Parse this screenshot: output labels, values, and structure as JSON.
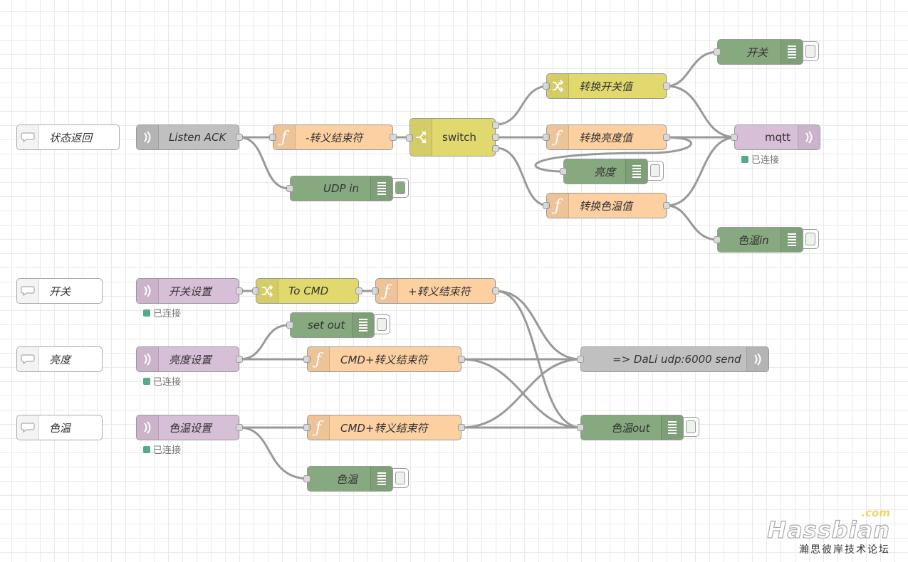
{
  "colors": {
    "function": "#fdd0a2",
    "switch": "#e2d96e",
    "change": "#e2d96e",
    "debug": "#87a980",
    "mqtt": "#d8bfd8",
    "udp": "#c0c0c0",
    "comment": "#ffffff",
    "wire": "#999999",
    "status_connected": "#55aa88"
  },
  "nodes": [
    {
      "id": "c1",
      "type": "comment",
      "label": "状态返回"
    },
    {
      "id": "listen",
      "type": "udp-in",
      "label": "Listen ACK",
      "icon": "udp-wave-icon"
    },
    {
      "id": "fn1",
      "type": "function",
      "label": "-转义结束符",
      "icon": "function-icon"
    },
    {
      "id": "udpin",
      "type": "debug",
      "label": "UDP in",
      "icon": "debug-list-icon"
    },
    {
      "id": "sw",
      "type": "switch",
      "label": "switch",
      "icon": "switch-icon"
    },
    {
      "id": "ch1",
      "type": "change",
      "label": "转换开关值",
      "icon": "change-icon"
    },
    {
      "id": "fn2",
      "type": "function",
      "label": "转换亮度值",
      "icon": "function-icon"
    },
    {
      "id": "dbg_bright",
      "type": "debug",
      "label": "亮度",
      "icon": "debug-list-icon"
    },
    {
      "id": "fn3",
      "type": "function",
      "label": "转换色温值",
      "icon": "function-icon"
    },
    {
      "id": "dbg_switch",
      "type": "debug",
      "label": "开关",
      "icon": "debug-list-icon"
    },
    {
      "id": "mqtt",
      "type": "mqtt-out",
      "label": "mqtt",
      "icon": "mqtt-wave-icon",
      "status": "已连接"
    },
    {
      "id": "dbg_ctin",
      "type": "debug",
      "label": "色温in",
      "icon": "debug-list-icon"
    },
    {
      "id": "c2",
      "type": "comment",
      "label": "开关"
    },
    {
      "id": "mq_sw",
      "type": "mqtt-in",
      "label": "开关设置",
      "icon": "mqtt-wave-icon",
      "status": "已连接"
    },
    {
      "id": "tocmd",
      "type": "change",
      "label": "To CMD",
      "icon": "change-icon"
    },
    {
      "id": "fn4",
      "type": "function",
      "label": "+转义结束符",
      "icon": "function-icon"
    },
    {
      "id": "dbg_setout",
      "type": "debug",
      "label": "set out",
      "icon": "debug-list-icon"
    },
    {
      "id": "c3",
      "type": "comment",
      "label": "亮度"
    },
    {
      "id": "mq_br",
      "type": "mqtt-in",
      "label": "亮度设置",
      "icon": "mqtt-wave-icon",
      "status": "已连接"
    },
    {
      "id": "fn5",
      "type": "function",
      "label": "CMD+转义结束符",
      "icon": "function-icon"
    },
    {
      "id": "udpout",
      "type": "udp-out",
      "label": "=> DaLi udp:6000 send",
      "icon": "udp-wave-icon"
    },
    {
      "id": "c4",
      "type": "comment",
      "label": "色温"
    },
    {
      "id": "mq_ct",
      "type": "mqtt-in",
      "label": "色温设置",
      "icon": "mqtt-wave-icon",
      "status": "已连接"
    },
    {
      "id": "fn6",
      "type": "function",
      "label": "CMD+转义结束符",
      "icon": "function-icon"
    },
    {
      "id": "dbg_ctout",
      "type": "debug",
      "label": "色温out",
      "icon": "debug-list-icon"
    },
    {
      "id": "dbg_ct",
      "type": "debug",
      "label": "色温",
      "icon": "debug-list-icon"
    }
  ],
  "watermark": {
    "com": ".com",
    "brand": "Hassbian",
    "subtitle": "瀚思彼岸技术论坛"
  }
}
